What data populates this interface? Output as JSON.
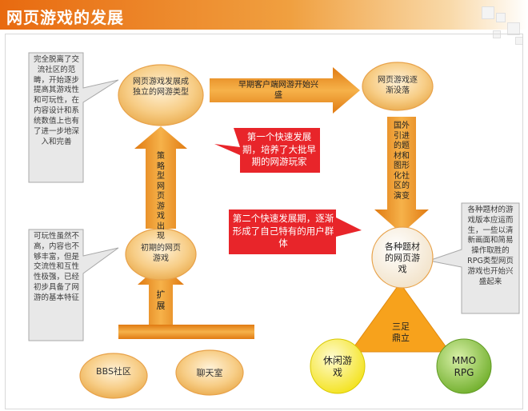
{
  "title": "网页游戏的发展",
  "nodes": {
    "independent": "网页游戏发展成独立的网游类型",
    "decline": "网页游戏逐渐没落",
    "early": "初期的网页游戏",
    "various": "各种题材的网页游戏",
    "bbs": "BBS社区",
    "chat": "聊天室",
    "casual": "休闲游戏",
    "mmorpg": "MMO RPG"
  },
  "arrows": {
    "expand": "扩展",
    "strategy": "策略型网页游戏出现",
    "client_rise": "早期客户端网游开始兴盛",
    "foreign": "国外引进的题材和图形化社区的演变",
    "tripod": "三足鼎立"
  },
  "callouts": {
    "first": "第一个快速发展期，培养了大批早期的网游玩家",
    "second": "第二个快速发展期，逐渐形成了自己特有的用户群体"
  },
  "notes": {
    "top_left": "完全脱离了交流社区的范畴，开始逐步提高其游戏性和可玩性，在内容设计和系统数值上也有了进一步地深入和完善",
    "bottom_left": "可玩性虽然不高，内容也不够丰富，但是交流性和互性性极强，已经初步具备了网游的基本特征",
    "right": "各种题材的游戏版本应运而生，一些以清新画面和简易操作取胜的RPG类型网页游戏也开始兴盛起来"
  },
  "colors": {
    "arrow": "#f29a1e",
    "callout": "#e8252a",
    "cloud": "#f6c878",
    "note": "#e8e8e8",
    "casual_circle": "#fff23a",
    "mmorpg_circle": "#8cc63f",
    "triangle": "#f7a21c"
  }
}
